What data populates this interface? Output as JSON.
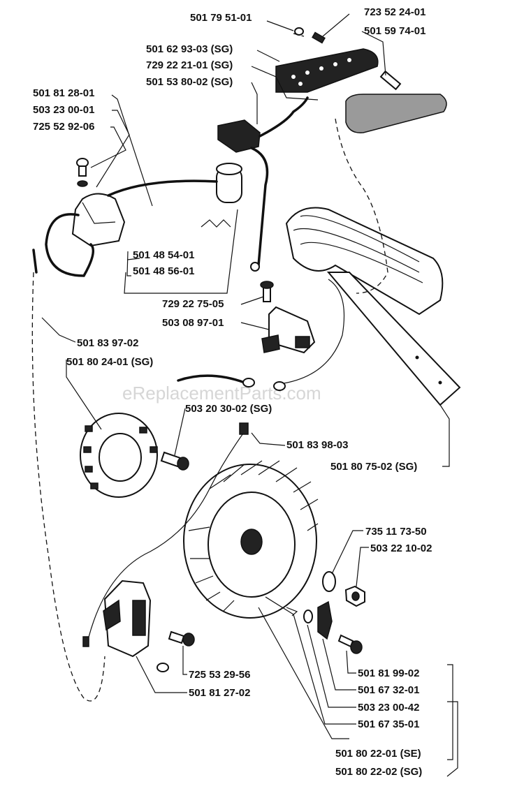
{
  "watermark": "eReplacementParts.com",
  "labels": {
    "p501795101": "501 79 51-01",
    "p723522401": "723 52 24-01",
    "p501597401": "501 59 74-01",
    "p501629303": "501 62 93-03 (SG)",
    "p729222101": "729 22 21-01 (SG)",
    "p501538002": "501 53 80-02 (SG)",
    "p501812801": "501 81 28-01",
    "p503230001": "503 23 00-01",
    "p725529206": "725 52 92-06",
    "p501485401": "501 48 54-01",
    "p501485601": "501 48 56-01",
    "p729227505": "729 22 75-05",
    "p503089701": "503 08 97-01",
    "p501839702": "501 83 97-02",
    "p501802401": "501 80 24-01 (SG)",
    "p503203002": "503 20 30-02 (SG)",
    "p501839803": "501 83 98-03",
    "p501807502": "501 80 75-02 (SG)",
    "p735117350": "735 11 73-50",
    "p503221002": "503 22 10-02",
    "p725532956": "725 53 29-56",
    "p501812702": "501 81 27-02",
    "p501819902": "501 81 99-02",
    "p501673201": "501 67 32-01",
    "p503230042": "503 23 00-42",
    "p501673501": "501 67 35-01",
    "p501802201": "501 80 22-01 (SE)",
    "p501802202": "501 80 22-02 (SG)"
  }
}
